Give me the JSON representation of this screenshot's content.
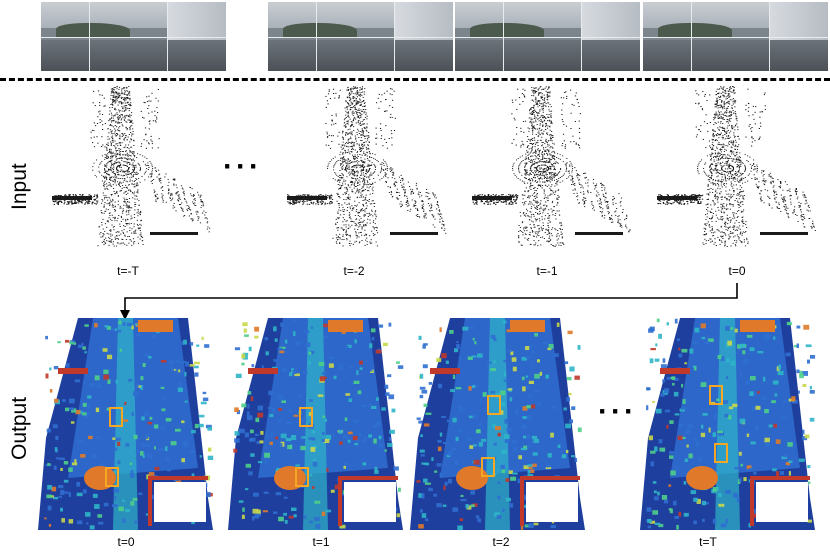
{
  "rows": {
    "input_label": "Input",
    "output_label": "Output"
  },
  "input": {
    "time_labels": [
      "t=-T",
      "t=-2",
      "t=-1",
      "t=0"
    ],
    "ellipsis": "···"
  },
  "output": {
    "time_labels": [
      "t=0",
      "t=1",
      "t=2",
      "t=T"
    ],
    "ellipsis": "···"
  },
  "colors": {
    "pointcloud": "#1a1a1a",
    "box": "#f5a623",
    "arrow": "#000000",
    "height_map": [
      "#1f3f9e",
      "#2f6fd0",
      "#2fb5c9",
      "#4fcf8a",
      "#c9d84a",
      "#e07a2a",
      "#c0392b"
    ]
  }
}
